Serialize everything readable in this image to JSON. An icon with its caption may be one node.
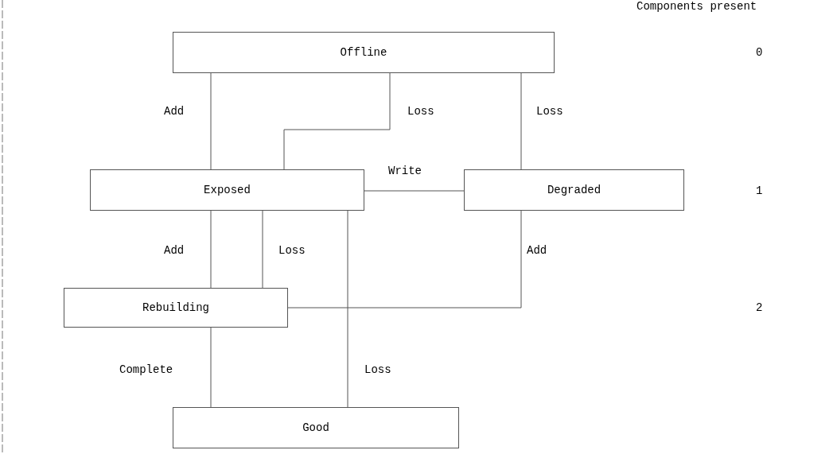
{
  "diagram": {
    "nodes": [
      {
        "text": [
          "Offline"
        ]
      },
      {
        "text": [
          "Exposed"
        ]
      },
      {
        "text": [
          "Degraded"
        ]
      },
      {
        "text": [
          "Rebuilding"
        ]
      },
      {
        "text": [
          "Good"
        ]
      }
    ],
    "edges": [
      {
        "from": 0,
        "to": 1,
        "arrow": "none",
        "label": "Add"
      },
      {
        "from": 1,
        "to": 0,
        "arrow": "none",
        "label": "Loss"
      },
      {
        "from": 2,
        "to": 0,
        "arrow": "none",
        "label": "Loss"
      },
      {
        "from": 1,
        "to": 2,
        "arrow": "none",
        "label": "Write"
      },
      {
        "from": 1,
        "to": 3,
        "arrow": "none",
        "label": "Add"
      },
      {
        "from": 3,
        "to": 1,
        "arrow": "none",
        "label": "Loss"
      },
      {
        "from": 4,
        "to": 1,
        "arrow": "none",
        "label": "Loss"
      },
      {
        "from": 2,
        "to": 3,
        "arrow": "none",
        "label": "Add"
      },
      {
        "from": 3,
        "to": 4,
        "arrow": "none",
        "label": "Complete"
      }
    ],
    "labels": [
      "Components present",
      "0",
      "1",
      "2"
    ]
  }
}
